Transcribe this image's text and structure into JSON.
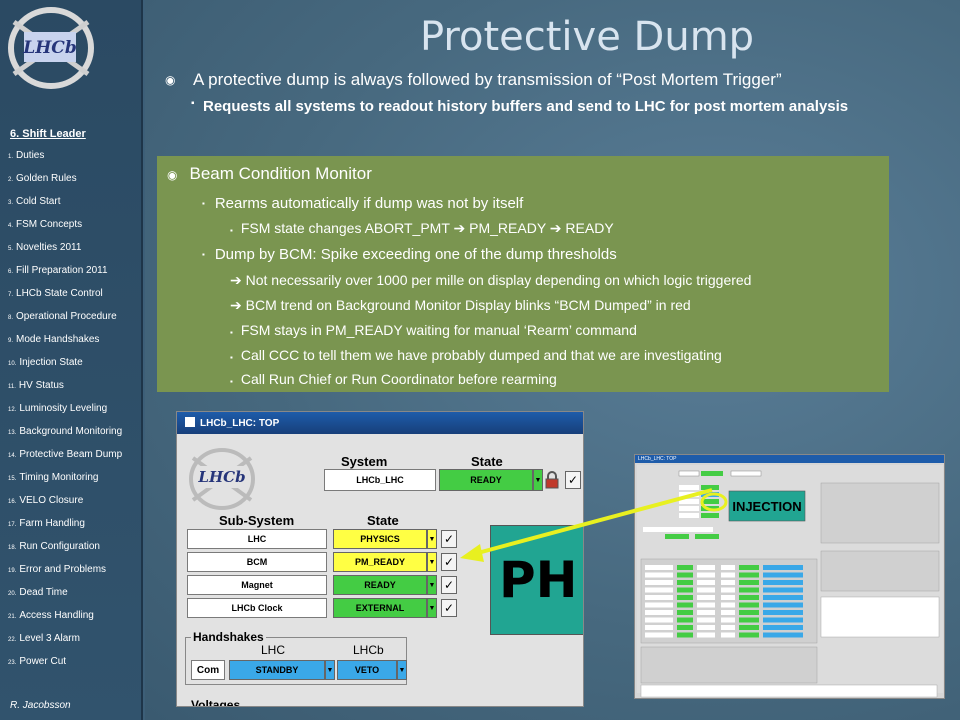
{
  "sidebar": {
    "title": "6. Shift Leader",
    "items": [
      {
        "num": "1.",
        "label": "Duties"
      },
      {
        "num": "2.",
        "label": "Golden Rules"
      },
      {
        "num": "3.",
        "label": "Cold Start"
      },
      {
        "num": "4.",
        "label": "FSM Concepts"
      },
      {
        "num": "5.",
        "label": "Novelties 2011"
      },
      {
        "num": "6.",
        "label": "Fill Preparation 2011"
      },
      {
        "num": "7.",
        "label": "LHCb State Control"
      },
      {
        "num": "8.",
        "label": "Operational Procedure"
      },
      {
        "num": "9.",
        "label": "Mode Handshakes"
      },
      {
        "num": "10.",
        "label": "Injection State"
      },
      {
        "num": "11.",
        "label": "HV Status"
      },
      {
        "num": "12.",
        "label": "Luminosity Leveling"
      },
      {
        "num": "13.",
        "label": "Background Monitoring"
      },
      {
        "num": "14.",
        "label": "Protective Beam Dump"
      },
      {
        "num": "15.",
        "label": "Timing Monitoring"
      },
      {
        "num": "16.",
        "label": "VELO Closure"
      },
      {
        "num": "17.",
        "label": "Farm Handling"
      },
      {
        "num": "18.",
        "label": "Run Configuration"
      },
      {
        "num": "19.",
        "label": "Error and Problems"
      },
      {
        "num": "20.",
        "label": "Dead Time"
      },
      {
        "num": "21.",
        "label": "Access Handling"
      },
      {
        "num": "22.",
        "label": "Level 3 Alarm"
      },
      {
        "num": "23.",
        "label": "Power Cut"
      }
    ],
    "author": "R. Jacobsson",
    "logo_text": "LHCb"
  },
  "slide": {
    "title": "Protective Dump",
    "bullet1": "A protective dump is always followed by transmission of “Post Mortem Trigger”",
    "bullet1_sub": "Requests all systems to readout history buffers and send to LHC for post mortem analysis",
    "box": {
      "heading": "Beam Condition Monitor",
      "l2a": "Rearms automatically if dump was not by itself",
      "l3a": "FSM state changes ABORT_PMT ➔ PM_READY ➔ READY",
      "l2b": "Dump by BCM: Spike exceeding one of the dump thresholds",
      "l3b": "➔ Not necessarily over 1000 per mille on display depending on which logic triggered",
      "l3c": "➔ BCM trend on Background Monitor Display blinks “BCM Dumped” in red",
      "l3d": "FSM stays in PM_READY waiting for manual ‘Rearm’ command",
      "l3e": "Call CCC to tell them we have probably dumped and that we are investigating",
      "l3f": "Call Run Chief or Run Coordinator before rearming"
    }
  },
  "panel": {
    "title": "LHCb_LHC: TOP",
    "hdr_system": "System",
    "hdr_state": "State",
    "system_name": "LHCb_LHC",
    "system_state": "READY",
    "hdr_subsystem": "Sub-System",
    "hdr_substate": "State",
    "rows": [
      {
        "name": "LHC",
        "state": "PHYSICS",
        "color": "#ffff44"
      },
      {
        "name": "BCM",
        "state": "PM_READY",
        "color": "#ffff44"
      },
      {
        "name": "Magnet",
        "state": "READY",
        "color": "#44cc44"
      },
      {
        "name": "LHCb Clock",
        "state": "EXTERNAL",
        "color": "#44cc44"
      }
    ],
    "handshakes_label": "Handshakes",
    "hs_lhc": "LHC",
    "hs_lhcb": "LHCb",
    "hs_row": "Com",
    "hs_lhc_state": "STANDBY",
    "hs_lhcb_state": "VETO",
    "big_text": "PH",
    "voltages_partial": "Voltages"
  },
  "mini": {
    "title": "LHCb_LHC: TOP",
    "injection": "INJECTION"
  },
  "colors": {
    "green_box": "#7a9550",
    "arrow": "#e8f020",
    "title": "#d8e4ef"
  }
}
